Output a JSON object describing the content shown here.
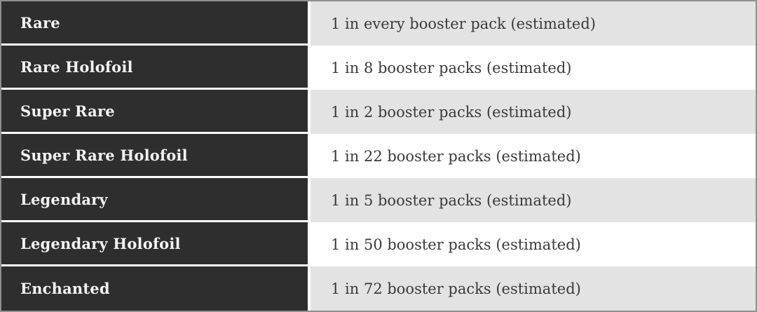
{
  "chart_data": {
    "type": "table",
    "title": "",
    "rows": [
      {
        "rarity": "Rare",
        "rate": "1 in every booster pack (estimated)"
      },
      {
        "rarity": "Rare Holofoil",
        "rate": "1 in 8 booster packs (estimated)"
      },
      {
        "rarity": "Super Rare",
        "rate": "1 in 2 booster packs (estimated)"
      },
      {
        "rarity": "Super Rare Holofoil",
        "rate": "1 in 22 booster packs (estimated)"
      },
      {
        "rarity": "Legendary",
        "rate": "1 in 5 booster packs (estimated)"
      },
      {
        "rarity": "Legendary Holofoil",
        "rate": "1 in 50 booster packs (estimated)"
      },
      {
        "rarity": "Enchanted",
        "rate": "1 in 72 booster packs (estimated)"
      }
    ],
    "layout": {
      "alternating_rows": true,
      "rows_with_alt_background": [
        2,
        4,
        6
      ]
    }
  },
  "colors": {
    "dark_cell_bg": "#2e2e2e",
    "dark_cell_text": "#f3f3f3",
    "light_row_bg": "#ffffff",
    "alt_row_bg": "#e3e3e3",
    "rate_text": "#3a3a3a",
    "divider": "#ffffff",
    "outer_border": "#8f8f8f"
  }
}
